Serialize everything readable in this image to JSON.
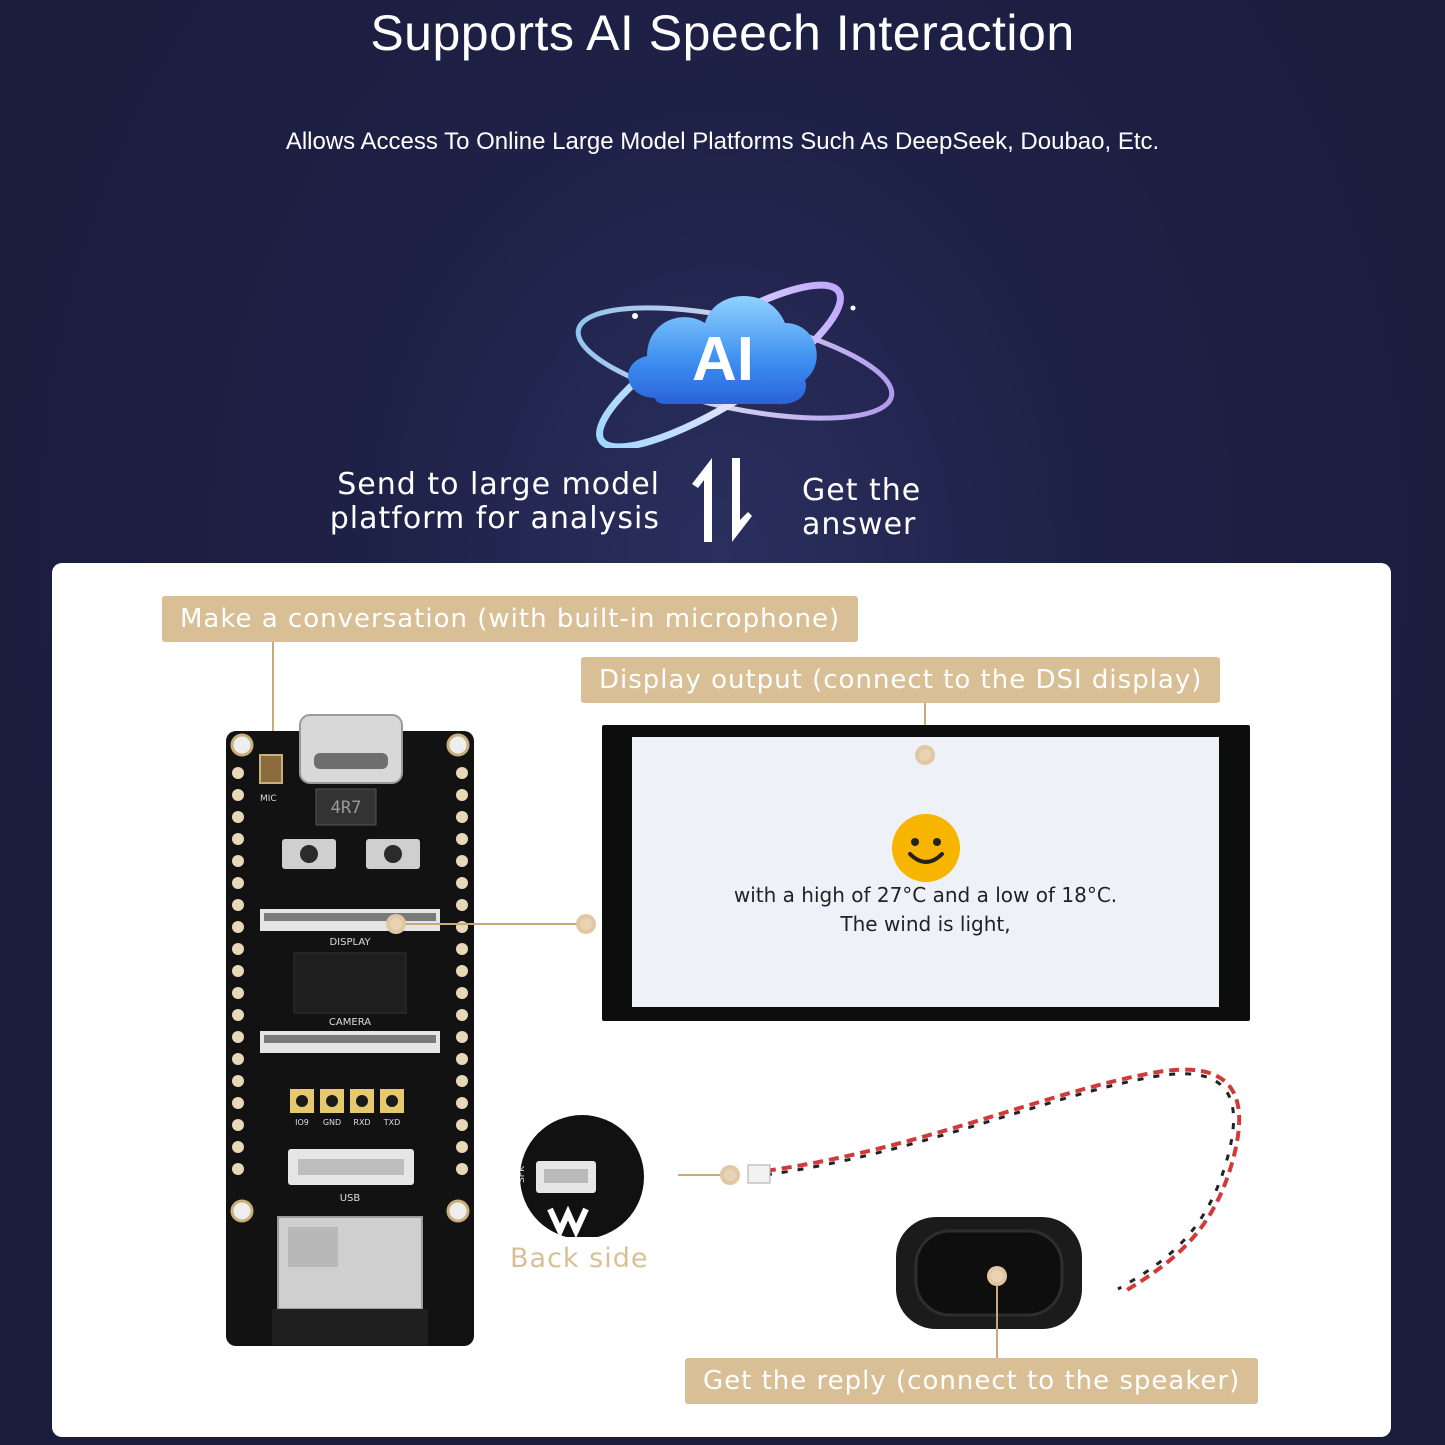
{
  "header": {
    "title": "Supports AI Speech Interaction",
    "subtitle": "Allows Access To Online Large Model Platforms Such As DeepSeek, Doubao, Etc."
  },
  "ai_logo": {
    "label": "AI"
  },
  "flow": {
    "send_line1": "Send to large model",
    "send_line2": "platform for analysis",
    "answer_line1": "Get the",
    "answer_line2": "answer"
  },
  "callouts": {
    "conversation": "Make a conversation (with built-in microphone)",
    "display": "Display output (connect to the DSI display)",
    "reply": "Get the reply (connect to the speaker)",
    "back_side": "Back side"
  },
  "display_screen": {
    "line1": "with a high of 27°C and a low of 18°C.",
    "line2": "The wind is light,"
  },
  "board_labels": {
    "mic": "MIC",
    "inductor": "4R7",
    "display": "DISPLAY",
    "camera": "CAMERA",
    "usb": "USB",
    "pin_header": [
      "IO9",
      "GND",
      "RXD",
      "TXD"
    ],
    "spk": "SPK"
  },
  "colors": {
    "background": "#1e2147",
    "tag_bg": "#d9bf95",
    "panel": "#ffffff",
    "emoji": "#f7b500",
    "wire_red": "#d23a3a"
  }
}
